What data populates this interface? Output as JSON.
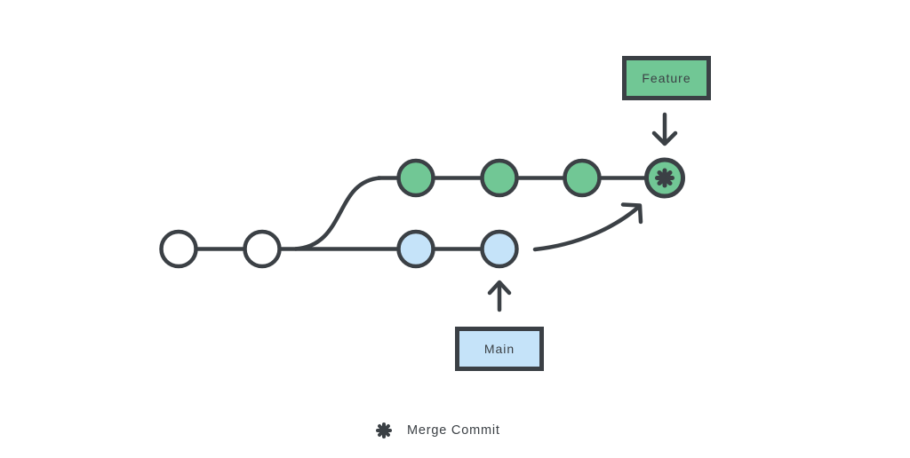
{
  "title": "Git branch and merge diagram",
  "labels": {
    "feature": "Feature",
    "main": "Main"
  },
  "legend": {
    "merge_commit_label": "Merge Commit",
    "merge_commit_icon": "eight-petal-asterisk"
  },
  "colors": {
    "outline": "#3b4045",
    "feature_green": "#71c795",
    "main_blue": "#c5e3f9",
    "commit_white": "#ffffff",
    "background": "#ffffff",
    "label_text": "#3b4045"
  },
  "diagram": {
    "type": "git-branch-merge",
    "main_branch": {
      "label": "Main",
      "white_commit_count": 2,
      "blue_commit_count": 2
    },
    "feature_branch": {
      "label": "Feature",
      "green_commit_count": 3,
      "has_merge_commit": true
    },
    "arrows": [
      "feature-label-points-down-to-merge-commit",
      "main-label-points-up-to-last-main-commit",
      "curved-merge-arrow-from-main-tip-to-merge-commit"
    ]
  }
}
